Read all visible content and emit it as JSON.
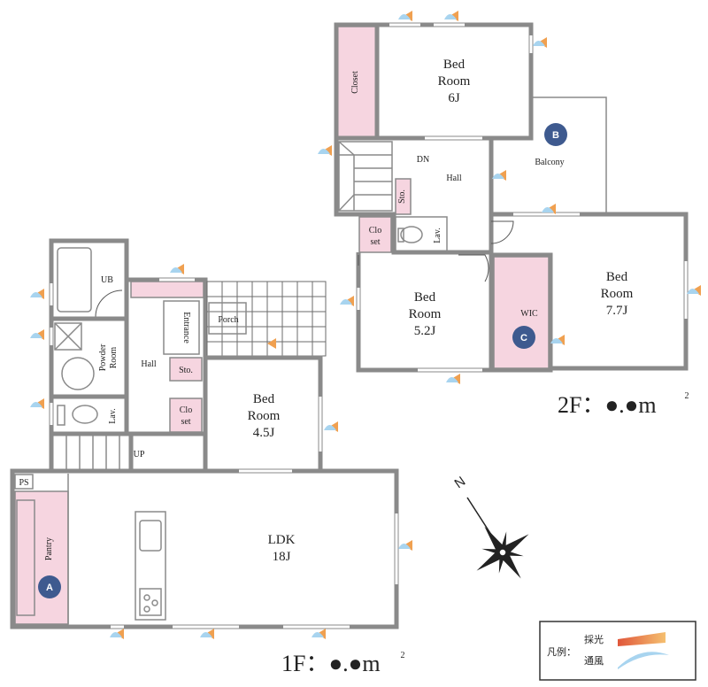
{
  "floor2": {
    "rooms": {
      "bed6": [
        "Bed",
        "Room",
        "6J"
      ],
      "closet": "Closet",
      "hall": "Hall",
      "dn": "DN",
      "sto": "Sto.",
      "closet_small": [
        "Clo",
        "set"
      ],
      "lav": "Lav.",
      "balcony": "Balcony",
      "bed52": [
        "Bed",
        "Room",
        "5.2J"
      ],
      "wic": "WIC",
      "bed77": [
        "Bed",
        "Room",
        "7.7J"
      ]
    },
    "area_label": "2F：●.●m",
    "area_sup": "2"
  },
  "floor1": {
    "rooms": {
      "ub": "UB",
      "powder": [
        "Powder",
        "Room"
      ],
      "hall": "Hall",
      "entrance": "Entrance",
      "porch": "Porch",
      "sto": "Sto.",
      "closet": [
        "Clo",
        "set"
      ],
      "lav": "Lav.",
      "up": "UP",
      "bed45": [
        "Bed",
        "Room",
        "4.5J"
      ],
      "ps": "PS",
      "pantry": "Pantry",
      "ldk": [
        "LDK",
        "18J"
      ]
    },
    "area_label": "1F：●.●m",
    "area_sup": "2"
  },
  "badges": {
    "a": "A",
    "b": "B",
    "c": "C"
  },
  "compass": {
    "north": "N"
  },
  "legend": {
    "title": "凡例：",
    "light": "採光",
    "wind": "通風",
    "light_color": "#f0a050",
    "wind_color": "#a8d4ef"
  }
}
